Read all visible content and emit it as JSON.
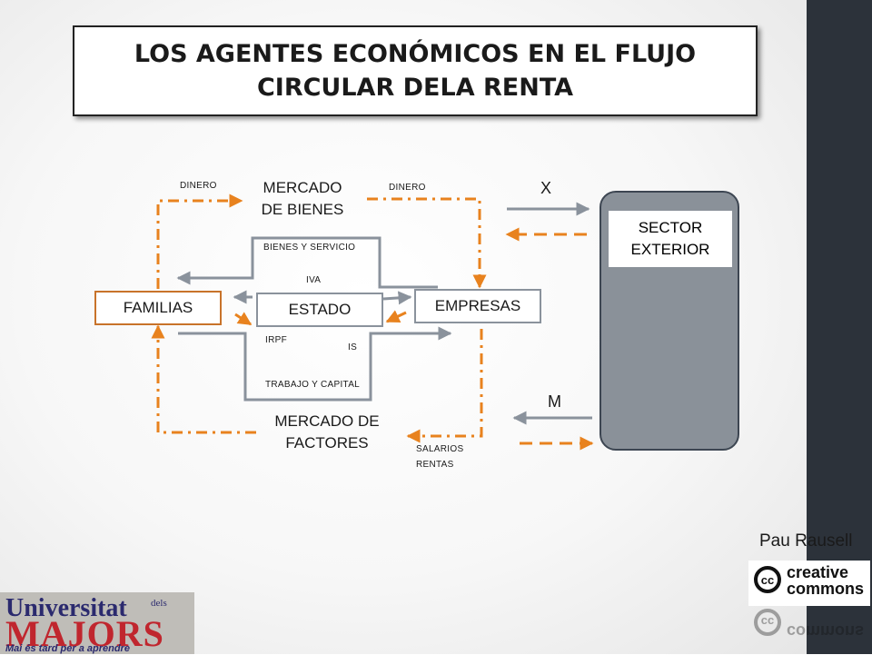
{
  "title": "LOS AGENTES ECONÓMICOS EN EL FLUJO CIRCULAR DELA RENTA",
  "nodes": {
    "familias": "FAMILIAS",
    "estado": "ESTADO",
    "empresas": "EMPRESAS",
    "mercado_bienes": "MERCADO DE BIENES",
    "mercado_factores": "MERCADO DE FACTORES",
    "sector_exterior": "SECTOR EXTERIOR"
  },
  "flow_labels": {
    "dinero_left": "DINERO",
    "dinero_right": "DINERO",
    "bienes_servicio": "BIENES Y SERVICIO",
    "iva": "IVA",
    "irpf": "IRPF",
    "is": "IS",
    "trabajo_capital": "TRABAJO Y CAPITAL",
    "salarios": "SALARIOS",
    "rentas": "RENTAS",
    "exports": "X",
    "imports": "M"
  },
  "author": "Pau Rausell",
  "license_logo": {
    "word1": "creative",
    "word2": "commons",
    "mark": "cc"
  },
  "institution_logo": {
    "line1": "Universitat",
    "small": "dels",
    "line2": "MAJORS",
    "tagline": "Mai és tard per a aprendre"
  },
  "colors": {
    "real_flow": "#8a929c",
    "money_flow": "#e8821e",
    "familias_border": "#c8732a",
    "node_border": "#8a929c",
    "sidebar": "#2c323a",
    "exterior_panel": "#8a9199"
  }
}
